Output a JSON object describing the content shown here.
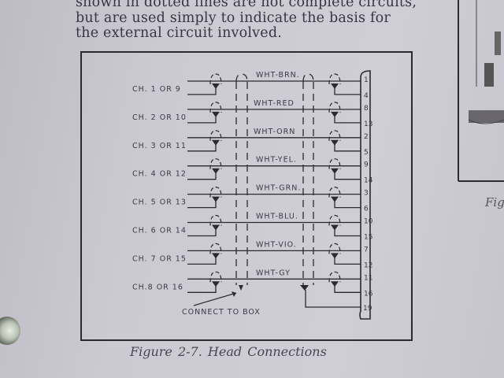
{
  "intro_text": [
    "shown in dotted lines are not complete circuits,",
    "but are used simply to indicate the basis for",
    "the external circuit involved."
  ],
  "diagram": {
    "rows": [
      {
        "channel": "CH. 1 OR 9",
        "wire": "WHT-BRN.",
        "pin_top": "1",
        "pin_bottom": "4"
      },
      {
        "channel": "CH. 2 OR 10",
        "wire": "WHT-RED",
        "pin_top": "8",
        "pin_bottom": "13"
      },
      {
        "channel": "CH. 3 OR 11",
        "wire": "WHT-ORN",
        "pin_top": "2",
        "pin_bottom": "5"
      },
      {
        "channel": "CH. 4 OR 12",
        "wire": "WHT-YEL.",
        "pin_top": "9",
        "pin_bottom": "14"
      },
      {
        "channel": "CH. 5 OR 13",
        "wire": "WHT-GRN.",
        "pin_top": "3",
        "pin_bottom": "6"
      },
      {
        "channel": "CH. 6 OR 14",
        "wire": "WHT-BLU.",
        "pin_top": "10",
        "pin_bottom": "15"
      },
      {
        "channel": "CH. 7 OR 15",
        "wire": "WHT-VIO.",
        "pin_top": "7",
        "pin_bottom": "12"
      },
      {
        "channel": "CH.8 OR 16",
        "wire": "WHT-GY",
        "pin_top": "11",
        "pin_bottom": "16"
      }
    ],
    "ground_pin": "19",
    "connect_label": "CONNECT  TO BOX"
  },
  "caption": "Figure 2-7.   Head Connections",
  "side_caption": "Fig"
}
